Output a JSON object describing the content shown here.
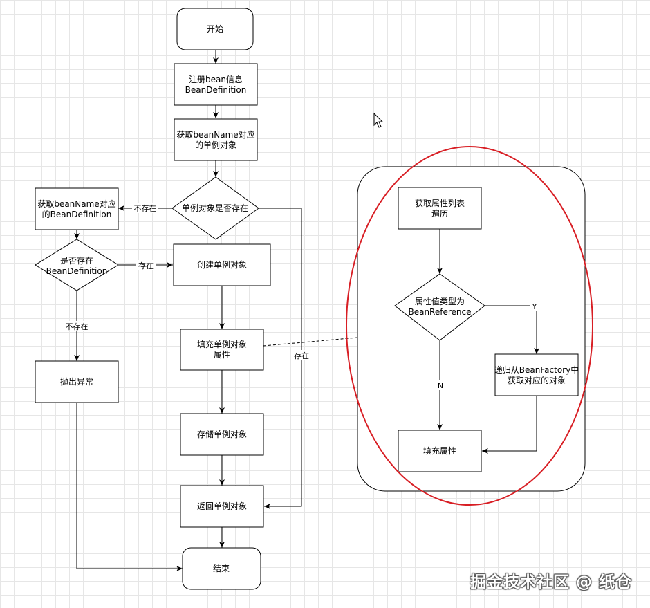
{
  "nodes": {
    "start": "开始",
    "register": [
      "注册bean信息",
      "BeanDefinition"
    ],
    "get_singleton": [
      "获取beanName对应",
      "的单例对象"
    ],
    "singleton_exists": "单例对象是否存在",
    "get_definition": [
      "获取beanName对应",
      "的BeanDefinition"
    ],
    "definition_exists": [
      "是否存在",
      "BeanDefinition"
    ],
    "create_singleton": "创建单例对象",
    "fill_properties": [
      "填充单例对象",
      "属性"
    ],
    "throw_exception": "抛出异常",
    "store_singleton": "存储单例对象",
    "return_singleton": "返回单例对象",
    "end": "结束"
  },
  "sub_nodes": {
    "get_property_list": [
      "获取属性列表",
      "遍历"
    ],
    "is_bean_reference": [
      "属性值类型为",
      "BeanReference"
    ],
    "recursive_get": [
      "递归从BeanFactory中",
      "获取对应的对象"
    ],
    "set_property": "填充属性"
  },
  "edge_labels": {
    "not_exists_1": "不存在",
    "exists_1": "存在",
    "not_exists_2": "不存在",
    "exists_2": "存在",
    "yes": "Y",
    "no": "N"
  },
  "watermark": "掘金技术社区 @ 纸仓",
  "colors": {
    "highlight": "#d81e24",
    "grid": "#e6e6e6",
    "stroke": "#000000"
  }
}
